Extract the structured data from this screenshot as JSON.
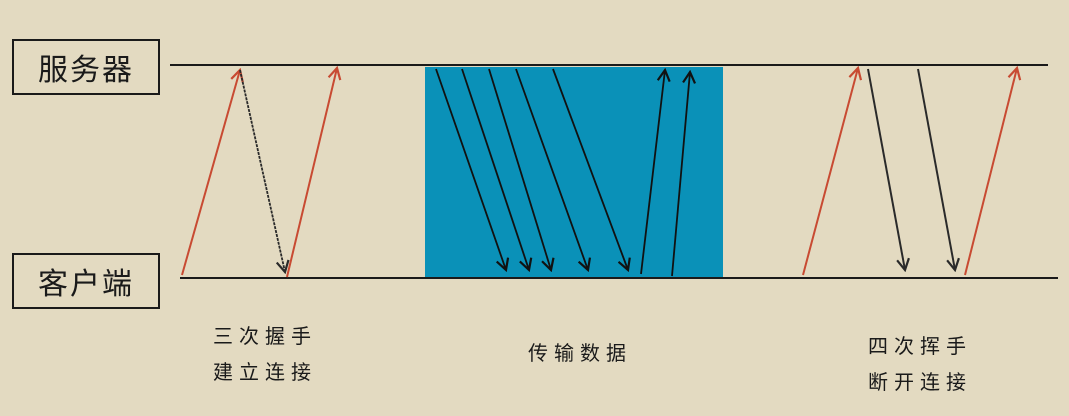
{
  "colors": {
    "background": "#e3dac1",
    "line": "#1a1a1a",
    "transfer_block": "#0a91b8",
    "syn_arrow": "#c84a32",
    "ack_arrow": "#2a2a2a"
  },
  "nodes": {
    "server": "服务器",
    "client": "客户端"
  },
  "phases": {
    "handshake": {
      "line1": "三次握手",
      "line2": "建立连接"
    },
    "transfer": {
      "line1": "传输数据"
    },
    "wave": {
      "line1": "四次挥手",
      "line2": "断开连接"
    }
  }
}
